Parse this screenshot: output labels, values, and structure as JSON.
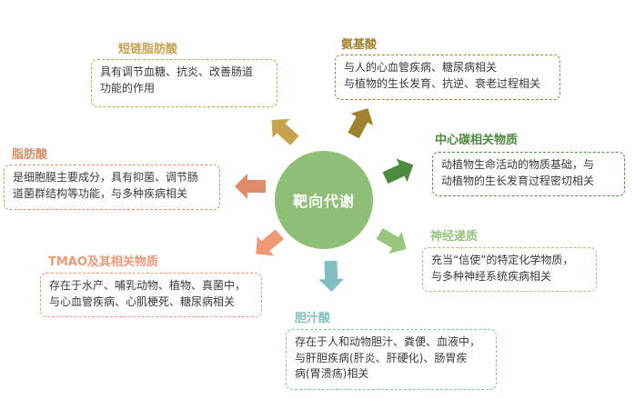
{
  "center": {
    "label": "靶向代谢",
    "color": "#8fbf76"
  },
  "nodes": {
    "scfa": {
      "title": "短链脂肪酸",
      "color": "#c9a24d",
      "lines": [
        "具有调节血糖、抗炎、改善肠道",
        "功能的作用"
      ]
    },
    "amino": {
      "title": "氨基酸",
      "color": "#a0822e",
      "lines": [
        "与人的心血管疾病、糖尿病相关",
        "与植物的生长发育、抗逆、衰老过程相关"
      ]
    },
    "carbon": {
      "title": "中心碳相关物质",
      "color": "#4e8a3f",
      "lines": [
        "动植物生命活动的物质基础，与",
        "动植物的生长发育过程密切相关"
      ]
    },
    "fatty": {
      "title": "脂肪酸",
      "color": "#dd8b68",
      "lines": [
        "是细胞膜主要成分，具有抑菌、调节肠",
        "道菌群结构等功能，与多种疾病相关"
      ]
    },
    "neuro": {
      "title": "神经递质",
      "color": "#98c67d",
      "lines": [
        "充当“信使”的特定化学物质，",
        "与多种神经系统疾病相关"
      ]
    },
    "tmao": {
      "title": "TMAO及其相关物质",
      "color": "#ee9878",
      "lines": [
        "存在于水产、哺乳动物、植物、真菌中，",
        "与心血管疾病、心肌梗死、糖尿病相关"
      ]
    },
    "bile": {
      "title": "胆汁酸",
      "color": "#7fbfbf",
      "lines": [
        "存在于人和动物胆汁、粪便、血液中，",
        "与肝胆疾病(肝炎、肝硬化)、肠胃疾",
        "病(胃溃疡)相关"
      ]
    }
  }
}
